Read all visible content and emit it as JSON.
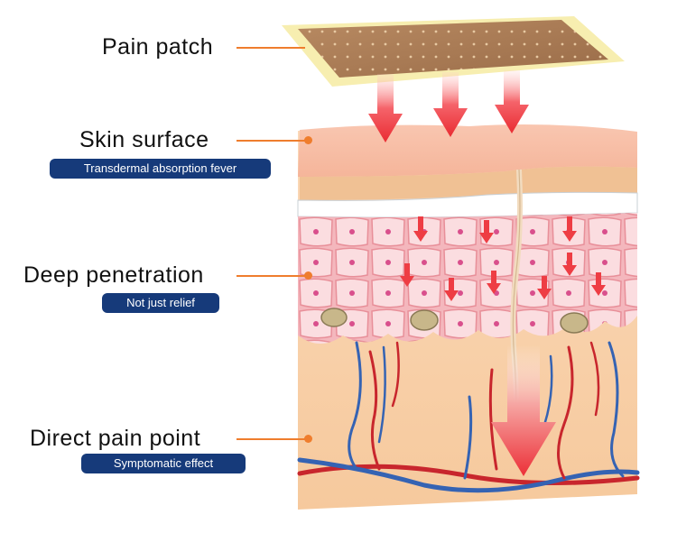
{
  "labels": {
    "pain_patch": "Pain patch",
    "skin_surface": "Skin surface",
    "deep_penetration": "Deep penetration",
    "direct_pain_point": "Direct pain point"
  },
  "badges": {
    "skin_surface": "Transdermal absorption fever",
    "deep_penetration": "Not just relief",
    "direct_pain_point": "Symptomatic effect"
  },
  "colors": {
    "accent": "#ef7d2d",
    "badge": "#163a7a",
    "arrow": "#f0333a",
    "artery": "#c8262d",
    "vein": "#3563b3"
  }
}
